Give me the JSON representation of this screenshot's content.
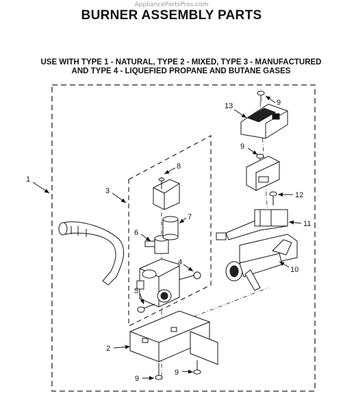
{
  "watermark": "AppliancePartsPros.com",
  "title": "BURNER ASSEMBLY PARTS",
  "subtitle_line1": "USE WITH TYPE 1 - NATURAL, TYPE 2 - MIXED, TYPE 3 - MANUFACTURED",
  "subtitle_line2": "AND TYPE 4 - LIQUEFIED PROPANE AND BUTANE GASES",
  "callouts": {
    "c1": "1",
    "c2": "2",
    "c3": "3",
    "c4": "4",
    "c5": "5",
    "c6": "6",
    "c7": "7",
    "c8": "8",
    "c9_top": "9",
    "c9_bracket": "9",
    "c9_bottom_left": "9",
    "c9_bottom_right": "9",
    "c10": "10",
    "c11": "11",
    "c12": "12",
    "c13": "13"
  }
}
